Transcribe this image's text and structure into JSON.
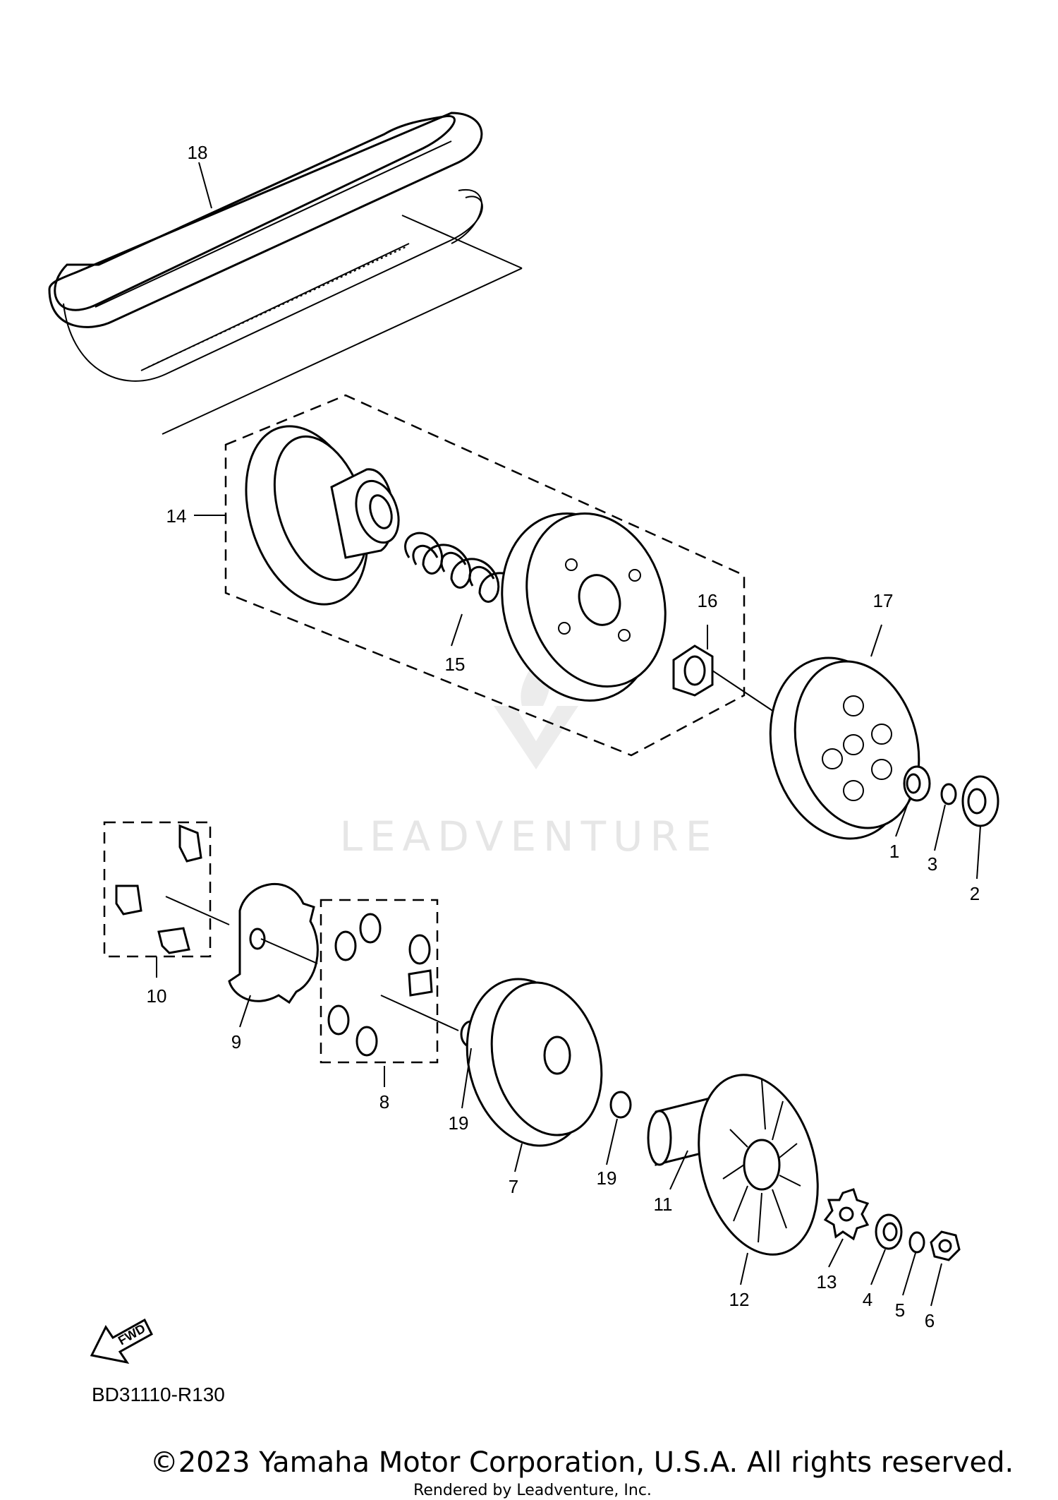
{
  "diagram_code": "BD31110-R130",
  "copyright": "©2023 Yamaha Motor Corporation, U.S.A. All rights reserved.",
  "rendered_by": "Rendered by Leadventure, Inc.",
  "watermark_text": "LEADVENTURE",
  "fwd_label": "FWD",
  "callouts": {
    "c1": "1",
    "c2": "2",
    "c3": "3",
    "c4": "4",
    "c5": "5",
    "c6": "6",
    "c7": "7",
    "c8": "8",
    "c9": "9",
    "c10": "10",
    "c11": "11",
    "c12": "12",
    "c13": "13",
    "c14": "14",
    "c15": "15",
    "c16": "16",
    "c17": "17",
    "c18": "18",
    "c19a": "19",
    "c19b": "19"
  }
}
